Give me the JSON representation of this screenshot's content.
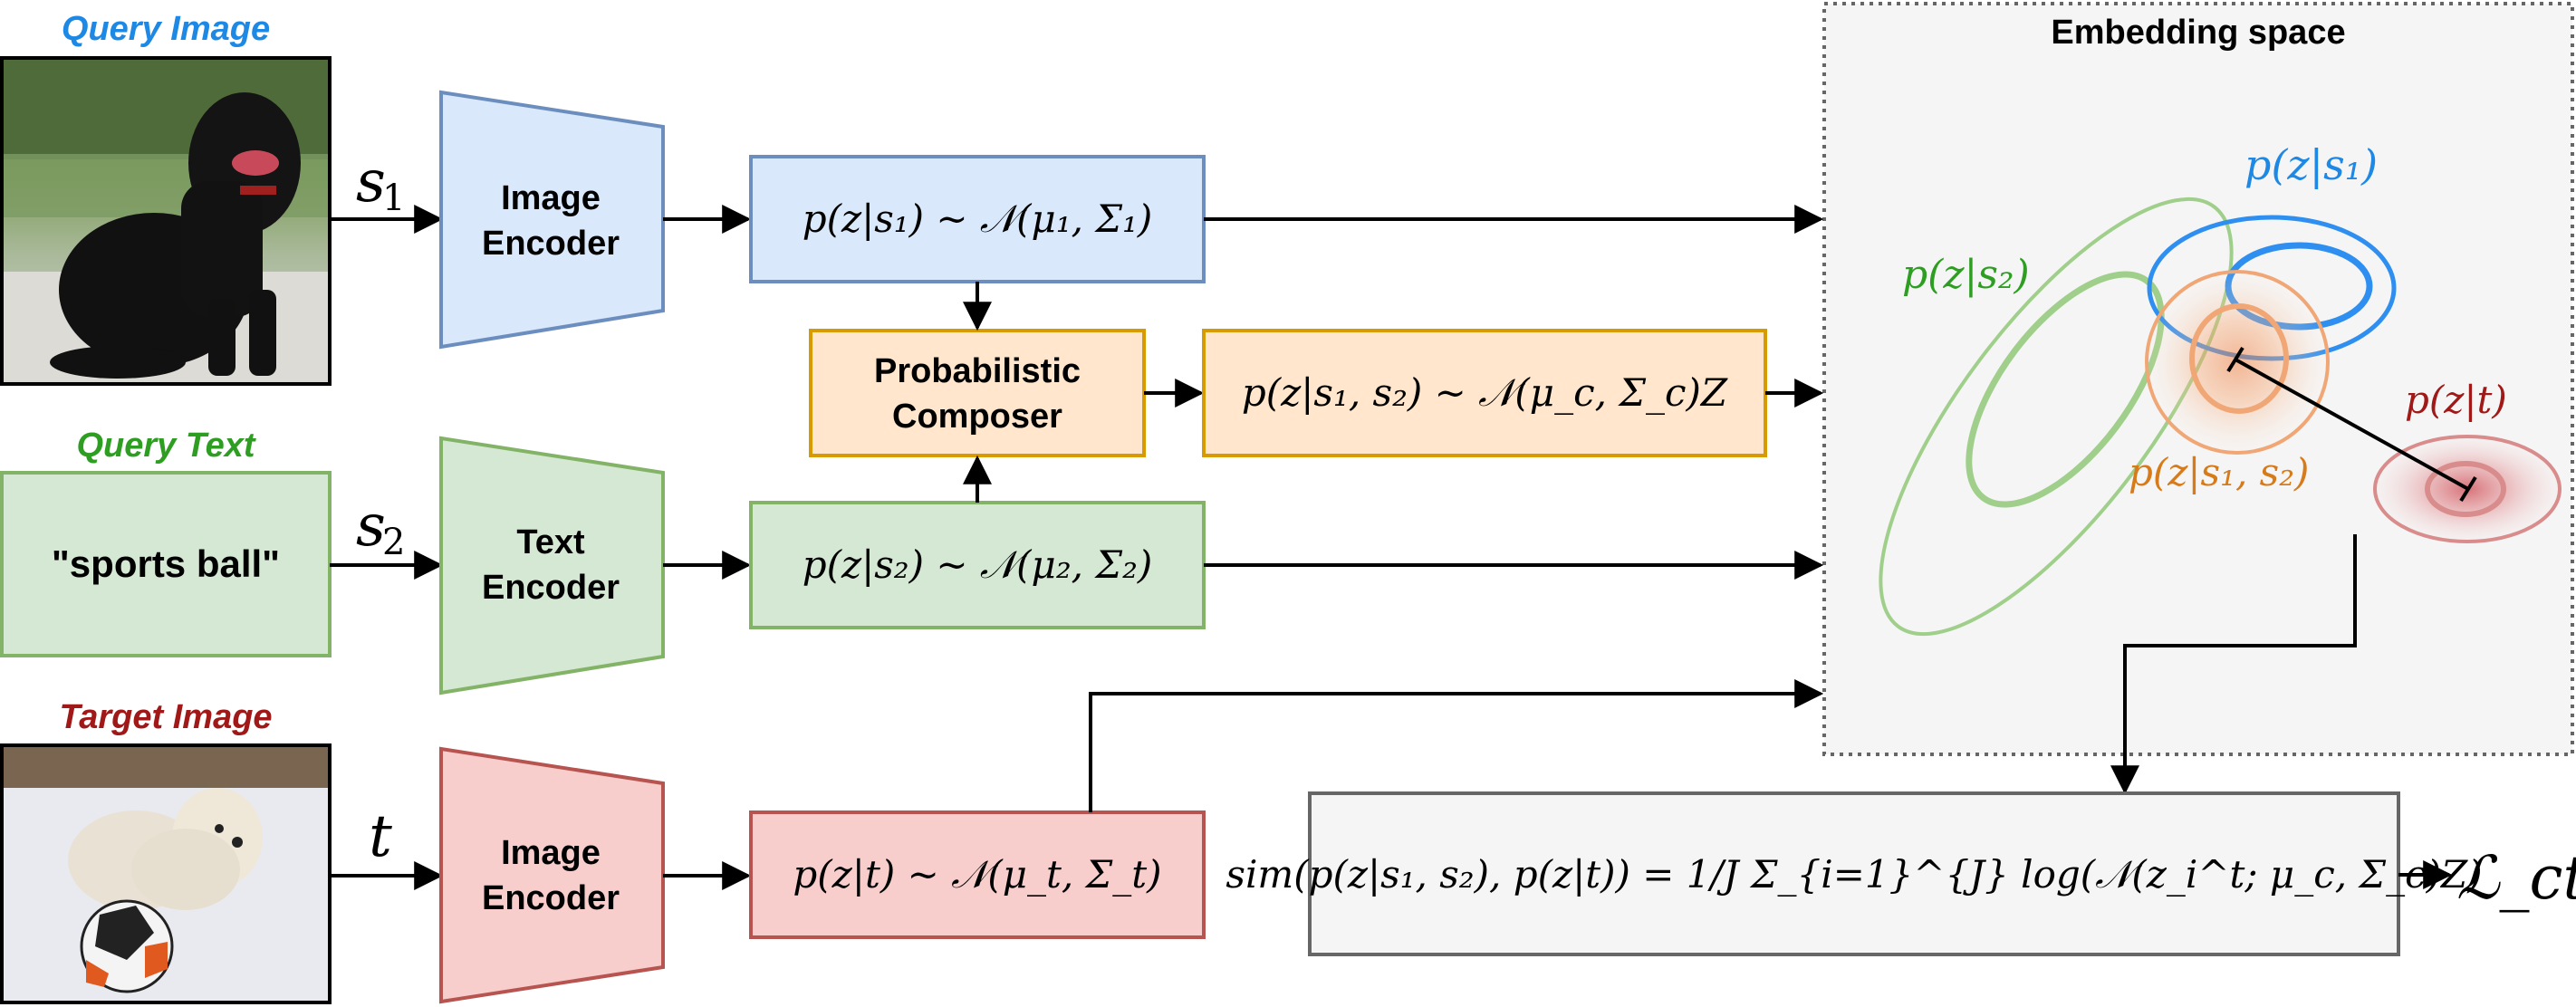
{
  "labels": {
    "query_image": "Query Image",
    "query_text": "Query Text",
    "target_image": "Target Image",
    "query_text_value": "\"sports ball\"",
    "embedding_space": "Embedding space"
  },
  "variables": {
    "s1": "s",
    "s1_sub": "1",
    "s2": "s",
    "s2_sub": "2",
    "t": "t"
  },
  "encoders": {
    "image_encoder_top_line1": "Image",
    "image_encoder_top_line2": "Encoder",
    "text_encoder_line1": "Text",
    "text_encoder_line2": "Encoder",
    "image_encoder_bottom_line1": "Image",
    "image_encoder_bottom_line2": "Encoder"
  },
  "composer": {
    "line1": "Probabilistic",
    "line2": "Composer"
  },
  "formulas": {
    "p_s1": "p(z|s₁) ~ 𝒩(μ₁, Σ₁)",
    "p_s2": "p(z|s₂) ~ 𝒩(μ₂, Σ₂)",
    "p_s1s2": "p(z|s₁, s₂) ~ 𝒩(μ_c, Σ_c)Z",
    "p_t": "p(z|t) ~ 𝒩(μ_t, Σ_t)",
    "similarity": "sim(p(z|s₁, s₂), p(z|t)) = 1/J Σ_{i=1}^{J} log(𝒩(z_i^t; μ_c, Σ_c)Z)",
    "loss": "ℒ_ct"
  },
  "embedding": {
    "label_s1": "p(z|s₁)",
    "label_s2": "p(z|s₂)",
    "label_s1s2": "p(z|s₁, s₂)",
    "label_t": "p(z|t)"
  },
  "colors": {
    "blue": "#1e88e5",
    "green": "#2e9e22",
    "orange": "#d77b1a",
    "darkred": "#a01818",
    "blue_fill": "#dae8fc",
    "blue_stroke": "#6c8ebf",
    "green_fill": "#d5e8d4",
    "green_stroke": "#82b366",
    "orange_fill": "#ffe6cc",
    "orange_stroke": "#d79b00",
    "red_fill": "#f8cecc",
    "red_stroke": "#b85450",
    "embed_bg": "#f5f5f5"
  },
  "icons": {
    "query_photo": "black-dog-photo",
    "target_photo": "white-dog-with-ball-photo"
  }
}
